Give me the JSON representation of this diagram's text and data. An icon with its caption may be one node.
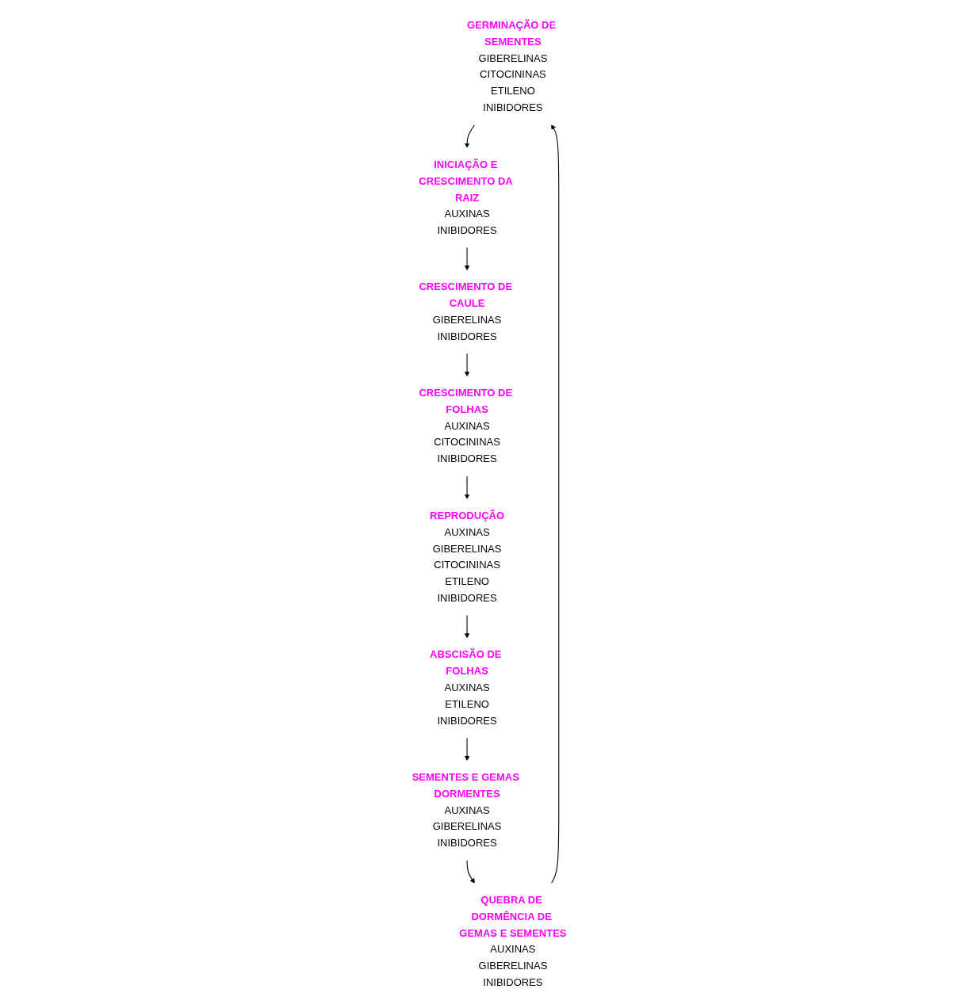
{
  "diagram": {
    "nodes": [
      {
        "text": [
          "GERMINAÇÃO DE SEMENTES",
          "GIBERELINAS",
          "CITOCININAS",
          "ETILENO",
          "INIBIDORES"
        ]
      },
      {
        "text": [
          "INICIAÇÃO E CRESCIMENTO DA RAIZ",
          "AUXINAS",
          "INIBIDORES"
        ]
      },
      {
        "text": [
          "CRESCIMENTO DE CAULE",
          "GIBERELINAS",
          "INIBIDORES"
        ]
      },
      {
        "text": [
          "ABSCISÃO DE FOLHAS",
          "AUXINAS",
          "ETILENO",
          "INIBIDORES"
        ]
      },
      {
        "text": [
          "REPRODUÇÃO",
          "AUXINAS",
          "GIBERELINAS",
          "CITOCININAS",
          "ETILENO",
          "INIBIDORES"
        ]
      },
      {
        "text": [
          "CRESCIMENTO DE FOLHAS",
          "AUXINAS",
          "CITOCININAS",
          "INIBIDORES"
        ]
      },
      {
        "text": [
          "SEMENTES E GEMAS DORMENTES",
          "AUXINAS",
          "GIBERELINAS",
          "INIBIDORES"
        ]
      },
      {
        "text": [
          "QUEBRA DE DORMÊNCIA DE GEMAS E SEMENTES",
          "AUXINAS",
          "GIBERELINAS",
          "INIBIDORES"
        ]
      }
    ],
    "edges": [
      {
        "from": 0,
        "to": 1,
        "arrow": "to"
      },
      {
        "from": 1,
        "to": 2,
        "arrow": "to"
      },
      {
        "from": 2,
        "to": 5,
        "arrow": "to"
      },
      {
        "from": 5,
        "to": 4,
        "arrow": "to"
      },
      {
        "from": 4,
        "to": 3,
        "arrow": "to"
      },
      {
        "from": 3,
        "to": 6,
        "arrow": "to"
      },
      {
        "from": 6,
        "to": 7,
        "arrow": "to"
      },
      {
        "from": 7,
        "to": 0,
        "arrow": "to"
      }
    ]
  }
}
